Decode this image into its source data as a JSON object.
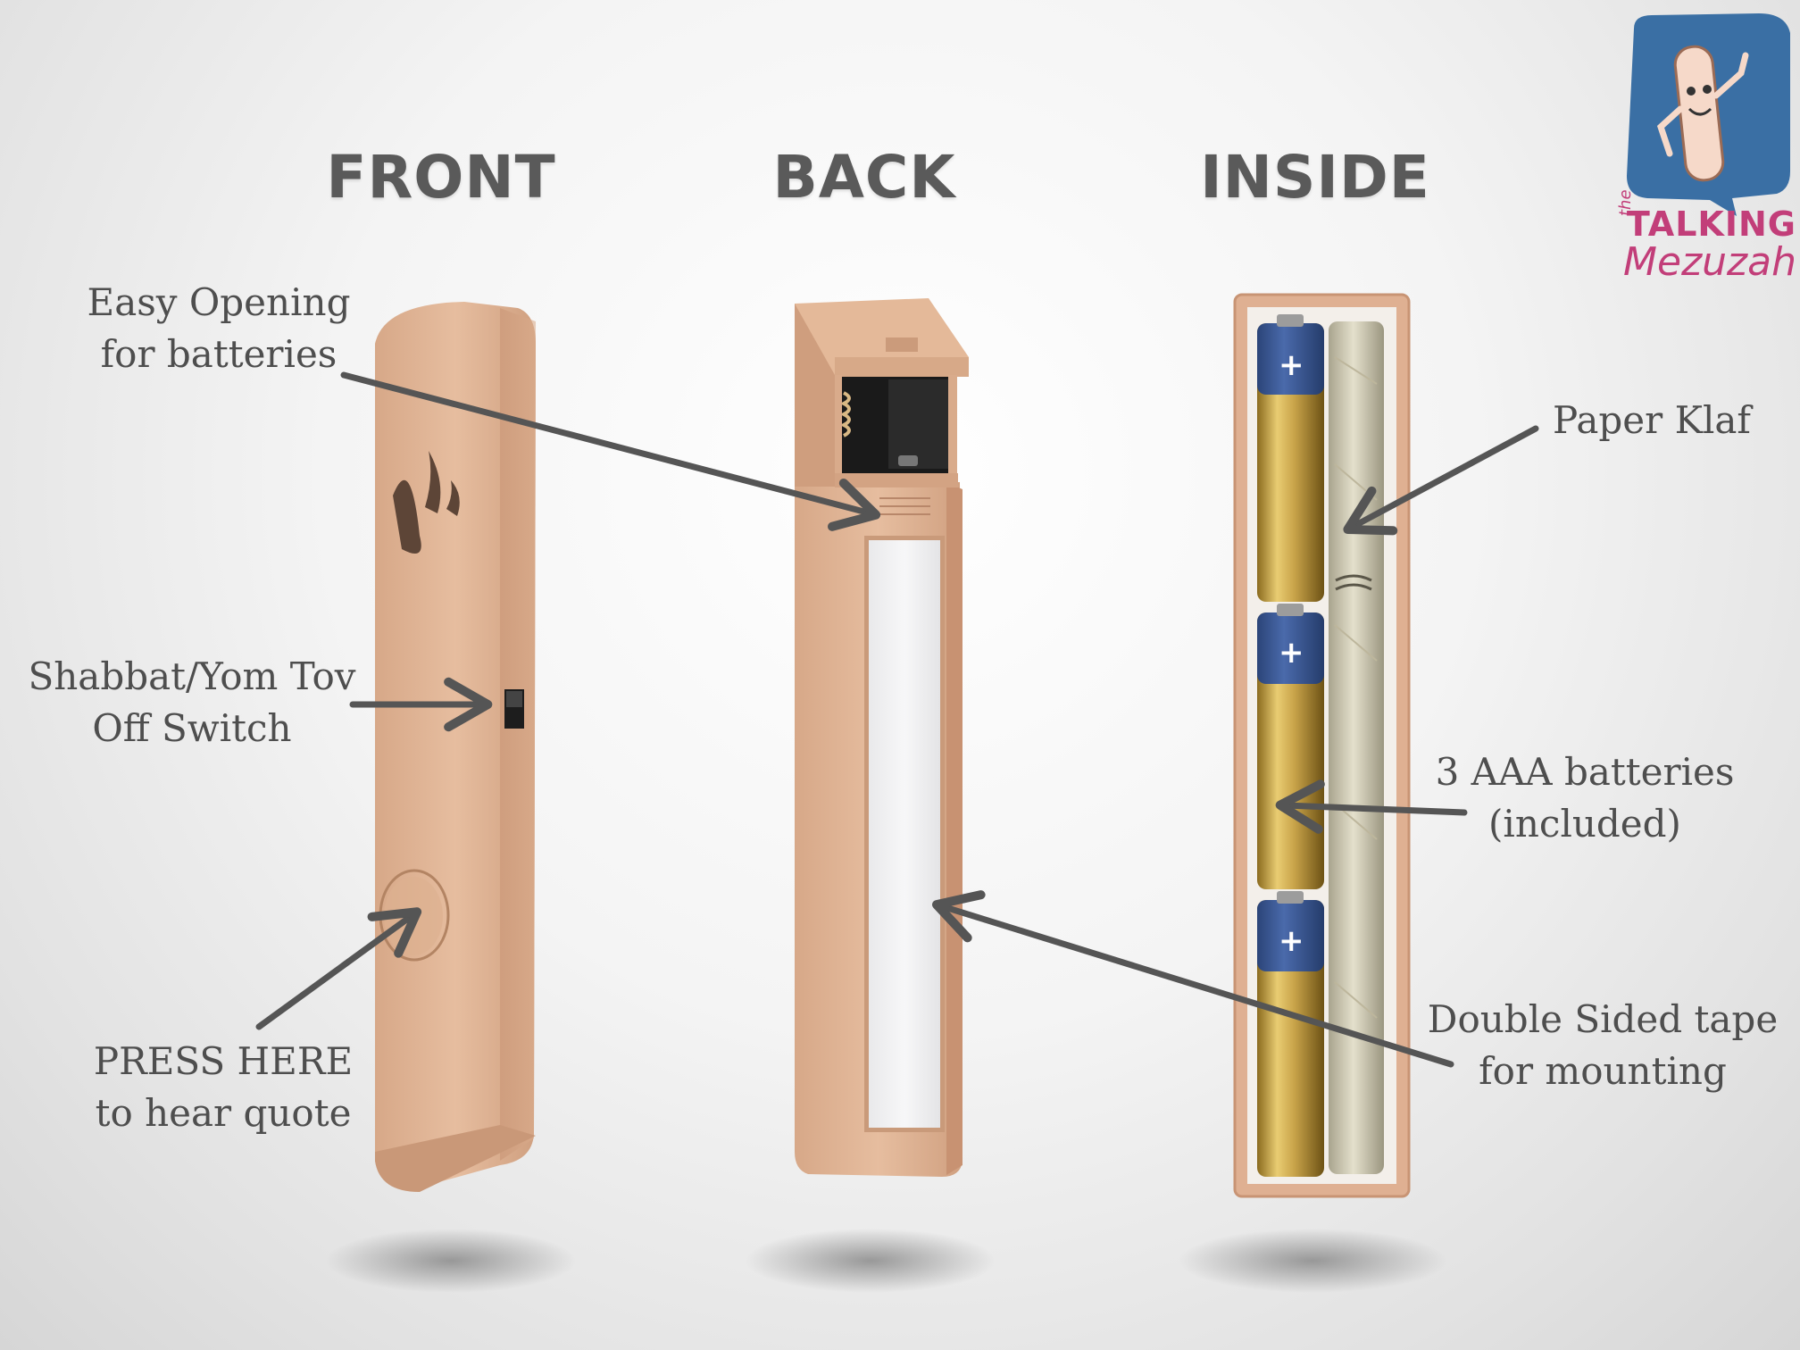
{
  "views": {
    "front": "FRONT",
    "back": "BACK",
    "inside": "INSIDE"
  },
  "callouts": {
    "easy_opening": [
      "Easy Opening",
      "for batteries"
    ],
    "off_switch": [
      "Shabbat/Yom Tov",
      "Off Switch"
    ],
    "press_here": [
      "PRESS HERE",
      "to hear quote"
    ],
    "paper_klaf": [
      "Paper Klaf"
    ],
    "batteries": [
      "3 AAA batteries",
      "(included)"
    ],
    "tape": [
      "Double Sided tape",
      "for mounting"
    ]
  },
  "logo": {
    "the": "the",
    "line1": "TALKING",
    "line2": "Mezuzah",
    "icon": "talking-mezuzah-speech-bubble-icon"
  },
  "colors": {
    "case": "#e0b596",
    "case_dark": "#c89878",
    "title_text": "#5a5a5a",
    "callout_text": "#4e4e4e",
    "arrow": "#555555",
    "battery_label": "#3c5a9a",
    "battery_body": "#c9a44a",
    "logo_bubble": "#3a6fa4",
    "logo_text": "#c23e79"
  }
}
